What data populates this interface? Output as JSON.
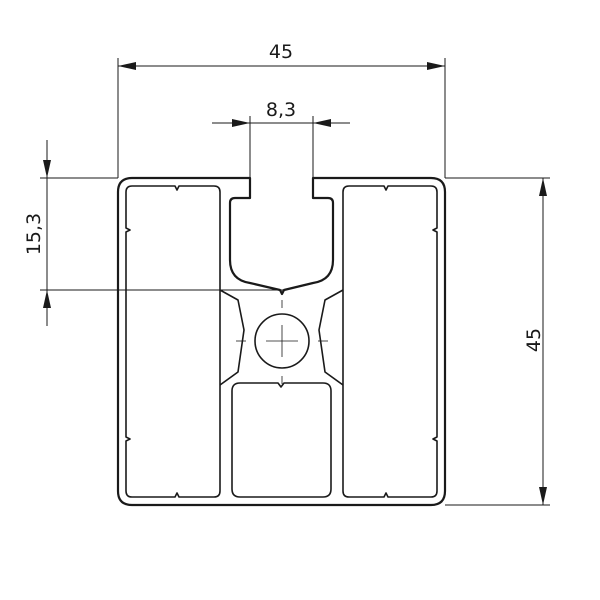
{
  "drawing": {
    "dimensions": {
      "overall_width": "45",
      "slot_width": "8,3",
      "slot_depth": "15,3",
      "overall_height": "45"
    }
  }
}
